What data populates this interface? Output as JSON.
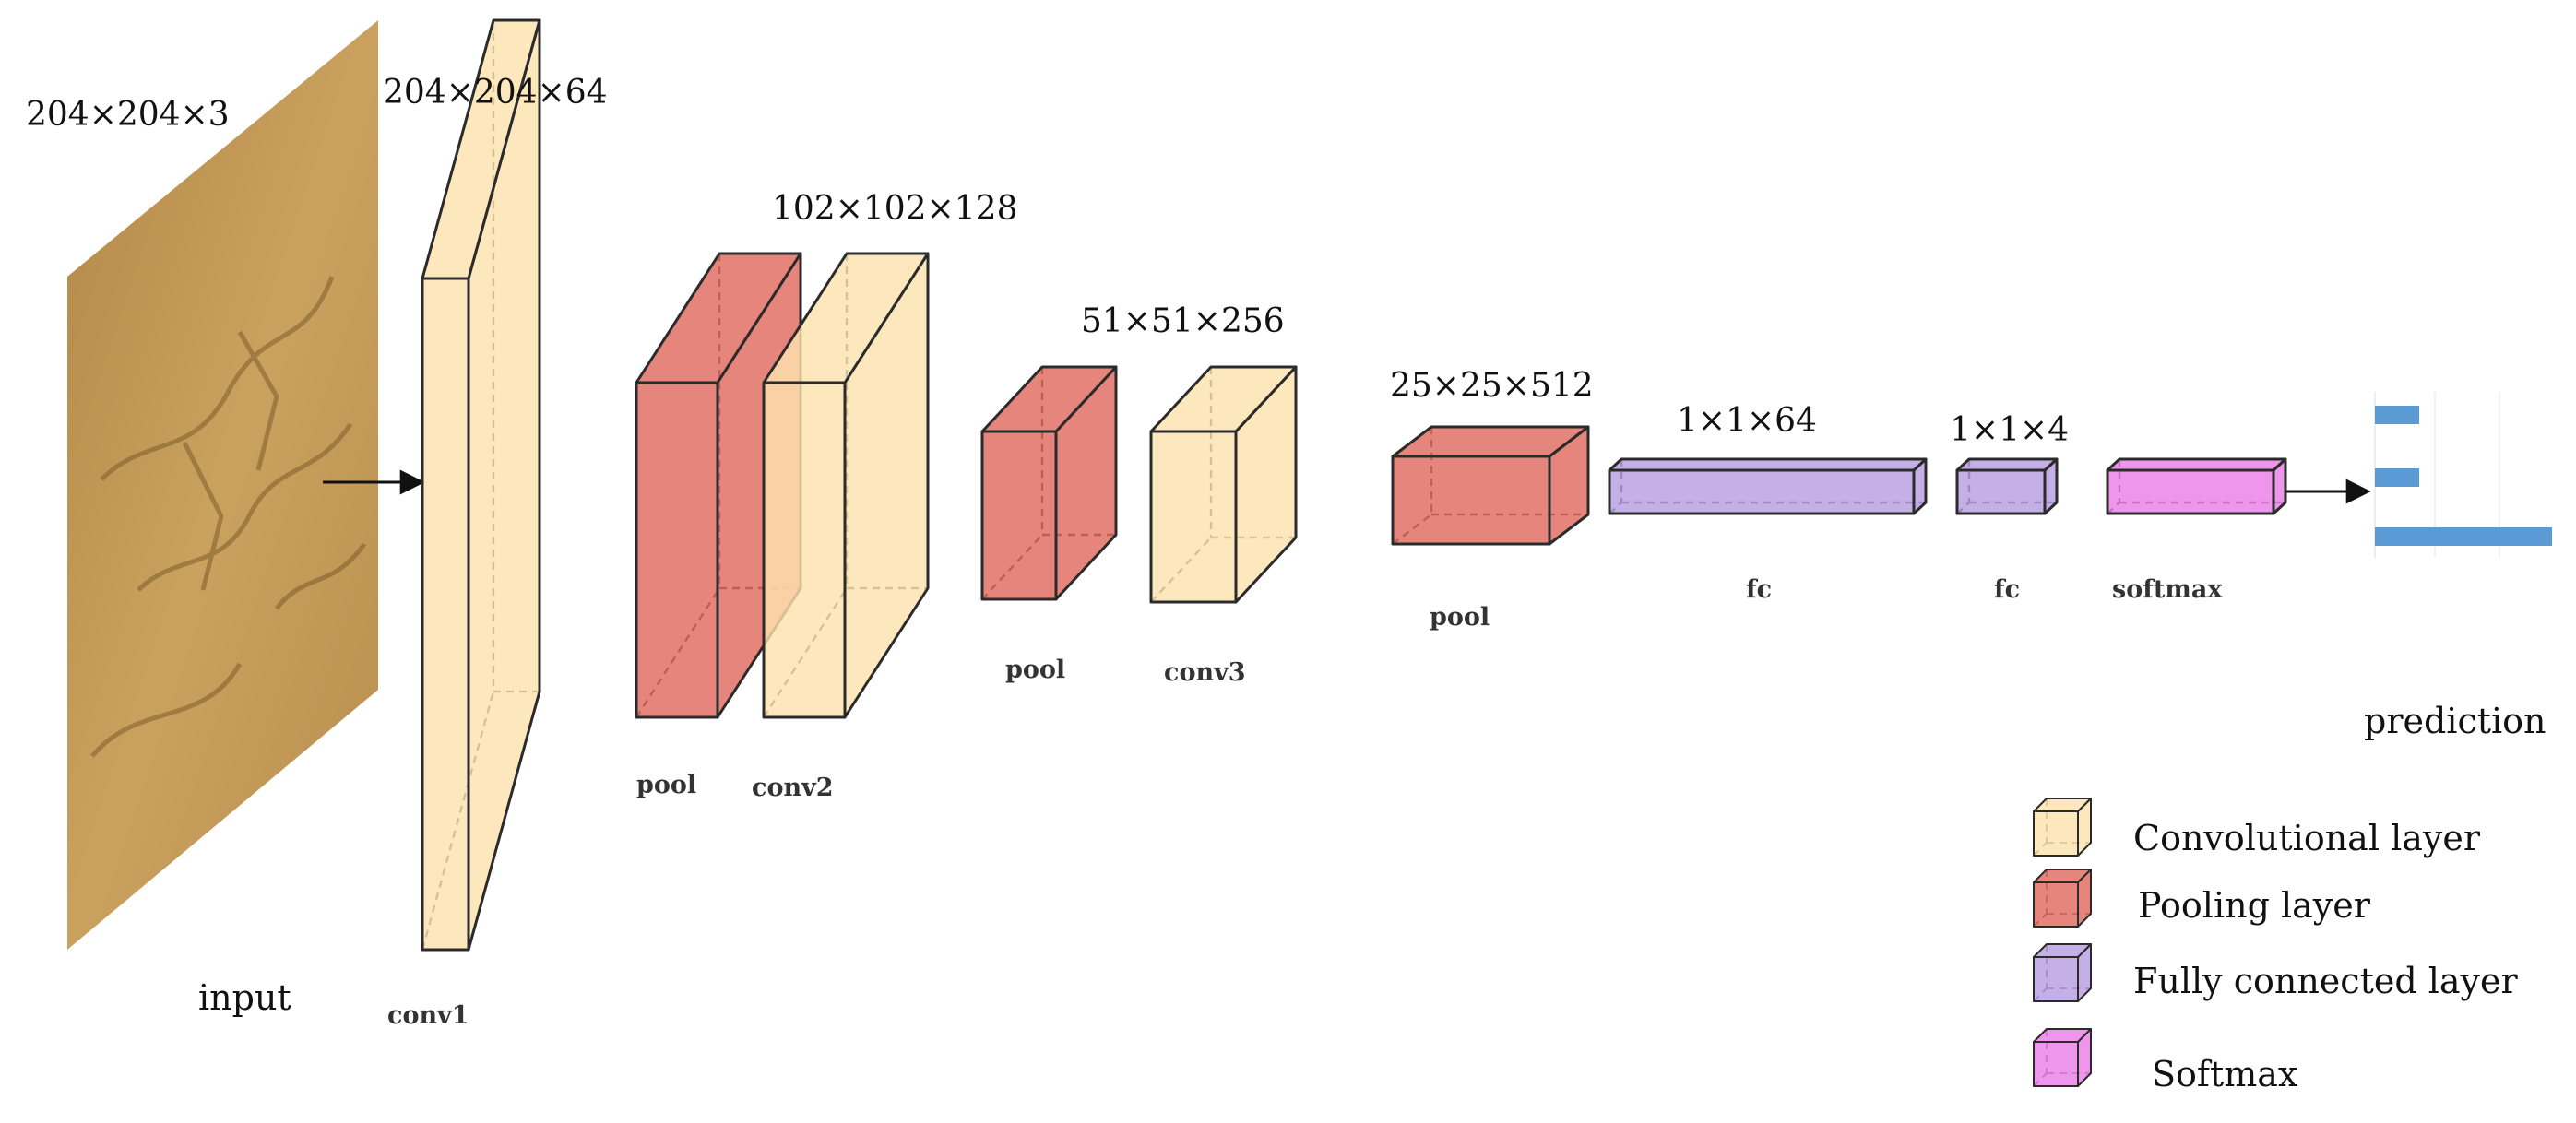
{
  "colors": {
    "conv": "#fde2ad",
    "pool": "#e06a5e",
    "fc": "#b79de0",
    "softmax": "#ec7ee8",
    "prediction_bar": "#5b9bd5",
    "edge": "#2b2b2b"
  },
  "input": {
    "dims": "204×204×3",
    "label": "input"
  },
  "layers": [
    {
      "id": "conv1",
      "type": "conv",
      "dims": "204×204×64",
      "label": "conv1"
    },
    {
      "id": "pool1",
      "type": "pool",
      "dims": "",
      "label": "pool"
    },
    {
      "id": "conv2",
      "type": "conv",
      "dims": "102×102×128",
      "label": "conv2"
    },
    {
      "id": "pool2",
      "type": "pool",
      "dims": "",
      "label": "pool"
    },
    {
      "id": "conv3",
      "type": "conv",
      "dims": "51×51×256",
      "label": "conv3"
    },
    {
      "id": "pool3",
      "type": "pool",
      "dims": "25×25×512",
      "label": "pool"
    },
    {
      "id": "fc1",
      "type": "fc",
      "dims": "1×1×64",
      "label": "fc"
    },
    {
      "id": "fc2",
      "type": "fc",
      "dims": "1×1×4",
      "label": "fc"
    },
    {
      "id": "softmax",
      "type": "softmax",
      "dims": "",
      "label": "softmax"
    }
  ],
  "prediction": {
    "label": "prediction",
    "bars": [
      0.25,
      0.25,
      1.0
    ]
  },
  "legend": [
    {
      "type": "conv",
      "label": "Convolutional layer"
    },
    {
      "type": "pool",
      "label": "Pooling layer"
    },
    {
      "type": "fc",
      "label": "Fully connected layer"
    },
    {
      "type": "softmax",
      "label": "Softmax"
    }
  ]
}
